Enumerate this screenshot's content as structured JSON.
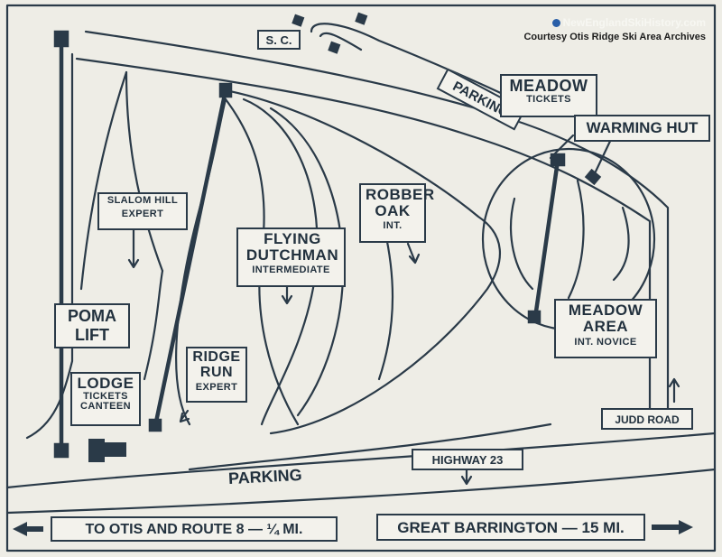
{
  "credit": {
    "site": "NewEnglandSkiHistory.com",
    "courtesy": "Courtesy Otis Ridge Ski Area Archives"
  },
  "labels": {
    "sc": "S. C.",
    "parking_top": "PARKING",
    "meadow_tickets": {
      "title": "MEADOW",
      "sub": "TICKETS"
    },
    "warming_hut": "WARMING HUT",
    "slalom_hill": {
      "title": "SLALOM HILL",
      "sub": "EXPERT"
    },
    "robber_oak": {
      "title": "ROBBER OAK",
      "sub": "INT."
    },
    "flying_dutchman": {
      "title": "FLYING DUTCHMAN",
      "sub": "INTERMEDIATE"
    },
    "poma_lift": "POMA LIFT",
    "meadow_area": {
      "title": "MEADOW AREA",
      "sub": "INT. NOVICE"
    },
    "ridge_run": {
      "title": "RIDGE RUN",
      "sub": "EXPERT"
    },
    "lodge": {
      "title": "LODGE",
      "sub1": "TICKETS",
      "sub2": "CANTEEN"
    },
    "judd_road": "JUDD ROAD",
    "highway_23": "HIGHWAY 23",
    "parking_bottom": "PARKING",
    "to_otis": "TO OTIS AND ROUTE 8 — ¼ MI.",
    "great_barrington": "GREAT BARRINGTON — 15 MI."
  },
  "colors": {
    "ink": "#2a3a48",
    "paper": "#eeede6"
  }
}
